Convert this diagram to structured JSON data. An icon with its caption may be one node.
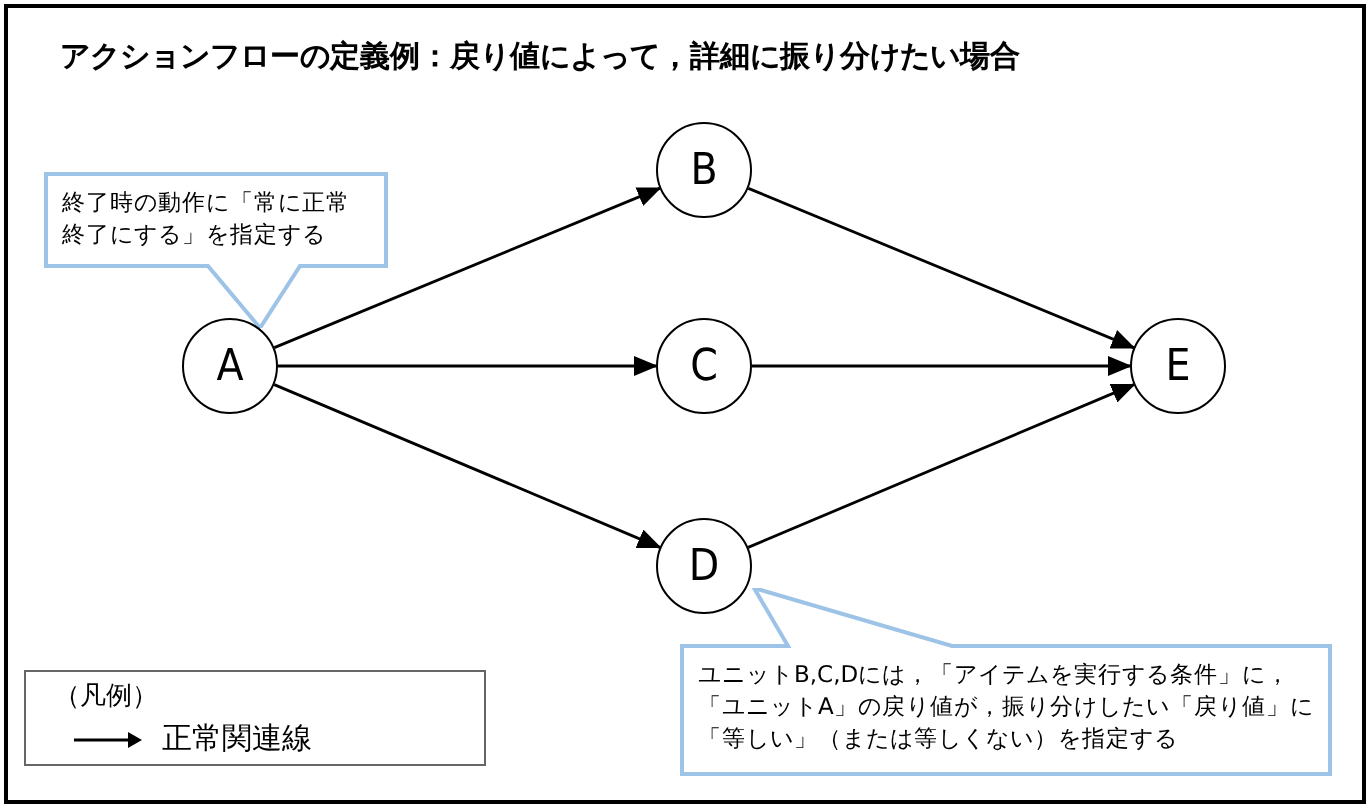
{
  "diagram": {
    "title": "アクションフローの定義例：戻り値によって，詳細に振り分けたい場合",
    "nodes": [
      {
        "text": [
          "A"
        ]
      },
      {
        "text": [
          "B"
        ]
      },
      {
        "text": [
          "C"
        ]
      },
      {
        "text": [
          "D"
        ]
      },
      {
        "text": [
          "E"
        ]
      },
      {
        "text": [
          "終了時の動作に「常に正常終了にする」を指定する"
        ]
      },
      {
        "text": [
          "ユニットB,C,Dには，「アイテムを実行する条件」に，「ユニットA」の戻り値が，振り分けしたい「戻り値」に「等しい」（または等しくない）を指定する"
        ]
      }
    ],
    "edges": [
      {
        "from": 0,
        "to": 1,
        "arrow": "to"
      },
      {
        "from": 0,
        "to": 2,
        "arrow": "to"
      },
      {
        "from": 0,
        "to": 3,
        "arrow": "to"
      },
      {
        "from": 1,
        "to": 4,
        "arrow": "to"
      },
      {
        "from": 2,
        "to": 4,
        "arrow": "to"
      },
      {
        "from": 3,
        "to": 4,
        "arrow": "to"
      }
    ],
    "labels": [
      "（凡例）"
    ],
    "legend": [
      {
        "text": "正常関連線"
      }
    ]
  }
}
